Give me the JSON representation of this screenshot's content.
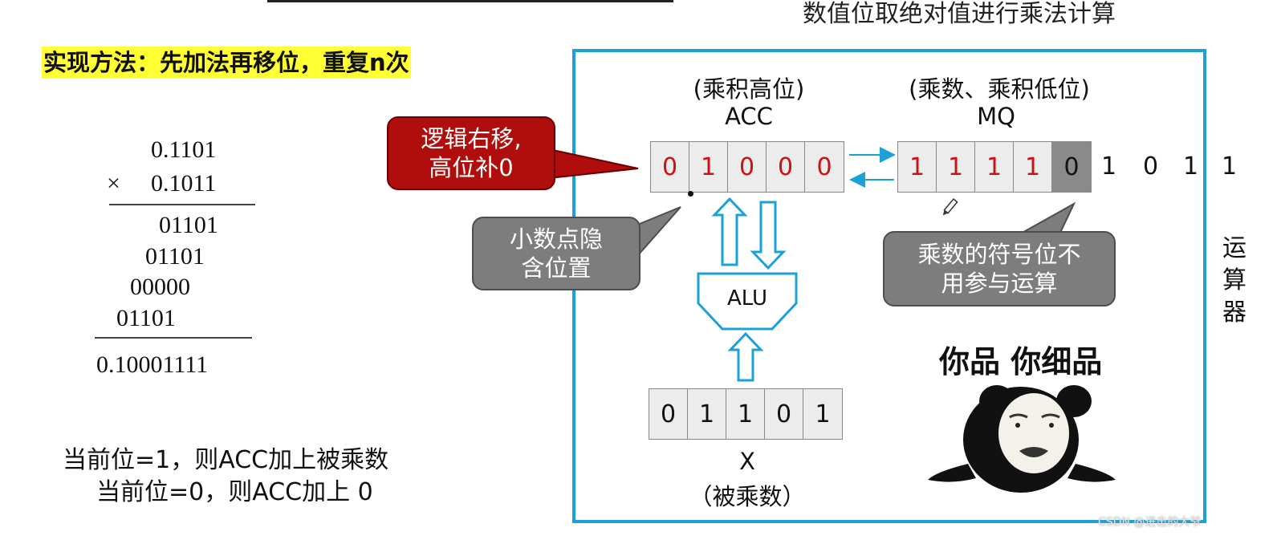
{
  "header": {
    "right_title": "数值位取绝对值进行乘法计算"
  },
  "method": "实现方法：先加法再移位，重复n次",
  "calc": {
    "multiplicand": "0.1101",
    "times_sign": "×",
    "multiplier": "0.1011",
    "partials": [
      "01101",
      "01101",
      "00000",
      "01101"
    ],
    "result": "0.10001111"
  },
  "rules": [
    "当前位=1，则ACC加上被乘数",
    "当前位=0，则ACC加上 0"
  ],
  "acc": {
    "caption": "(乘积高位)",
    "name": "ACC",
    "bits": [
      "0",
      "1",
      "0",
      "0",
      "0"
    ]
  },
  "mq": {
    "caption": "(乘数、乘积低位)",
    "name": "MQ",
    "bits": [
      "1",
      "1",
      "1",
      "1",
      "0"
    ],
    "trailing_bits": [
      "1",
      "0",
      "1",
      "1"
    ]
  },
  "alu": {
    "label": "ALU"
  },
  "x": {
    "bits": [
      "0",
      "1",
      "1",
      "0",
      "1"
    ],
    "name": "X",
    "caption": "（被乘数）"
  },
  "callouts": {
    "shift": [
      "逻辑右移,",
      "高位补0"
    ],
    "point": [
      "小数点隐",
      "含位置"
    ],
    "sign": [
      "乘数的符号位不",
      "用参与运算"
    ]
  },
  "side_label": [
    "运",
    "算",
    "器"
  ],
  "meme_text": "你品 你细品",
  "watermark": "CSDN @进击的大爷",
  "colors": {
    "frame": "#1ba0d8",
    "highlight": "#ffff33",
    "red_callout": "#b00d0d",
    "grey_callout": "#7d7d7d",
    "red_bit": "#cc1111"
  }
}
